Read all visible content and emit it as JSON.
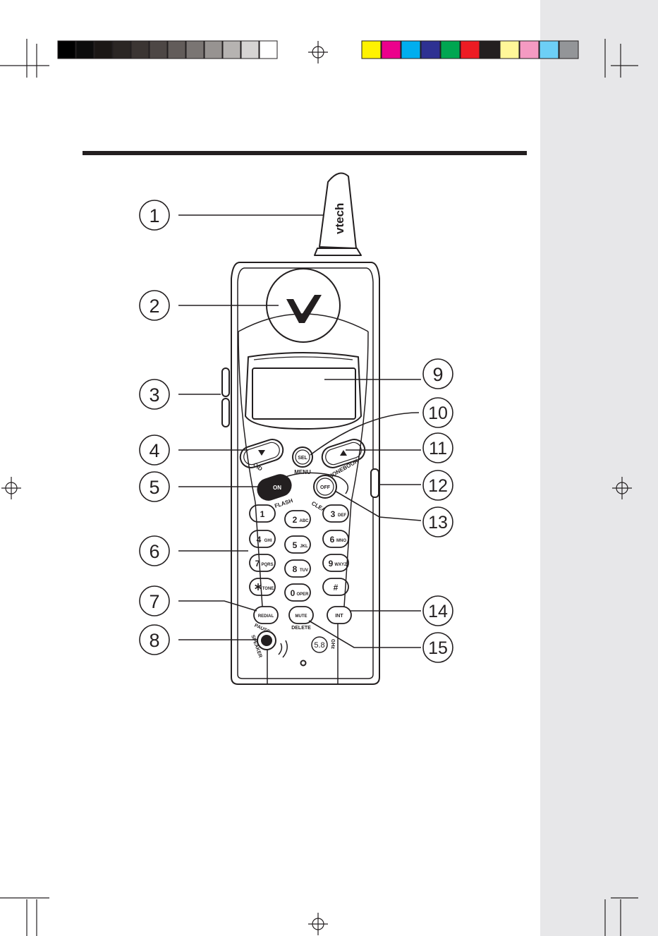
{
  "colors": {
    "gray_bars": [
      "#000000",
      "#0c0c0c",
      "#1b1715",
      "#2b2624",
      "#3b3533",
      "#4d4745",
      "#625c5a",
      "#7a7573",
      "#979391",
      "#b6b3b1",
      "#d6d4d3",
      "#ffffff"
    ],
    "color_bars": [
      "#fff200",
      "#ec008c",
      "#00aeef",
      "#2e3192",
      "#00a651",
      "#ed1c24",
      "#231f20",
      "#fff799",
      "#f49ac2",
      "#6dcff6",
      "#939598"
    ],
    "side_panel": "#e7e7e9",
    "ink": "#231f20"
  },
  "brand": {
    "antenna_text": "vtech"
  },
  "callouts": [
    "1",
    "2",
    "3",
    "4",
    "5",
    "6",
    "7",
    "8",
    "9",
    "10",
    "11",
    "12",
    "13",
    "14",
    "15"
  ],
  "keys": {
    "cid_label": "CID",
    "sel": "SEL",
    "menu_label": "MENU",
    "phonebook_label": "PHONEBOOK",
    "on": "ON",
    "flash_label": "FLASH",
    "off": "OFF",
    "clear_label": "CLEAR",
    "k1": "1",
    "k2": "2",
    "k2_sub": "ABC",
    "k3": "3",
    "k3_sub": "DEF",
    "k4": "4",
    "k4_sub": "GHI",
    "k5": "5",
    "k5_sub": "JKL",
    "k6": "6",
    "k6_sub": "MNO",
    "k7": "7",
    "k7_sub": "PQRS",
    "k8": "8",
    "k8_sub": "TUV",
    "k9": "9",
    "k9_sub": "WXYZ",
    "kstar_sub": "TONE",
    "k0": "0",
    "k0_sub": "OPER",
    "khash": "#",
    "redial": "REDIAL",
    "pause_label": "PAUSE",
    "mute": "MUTE",
    "delete_label": "DELETE",
    "int": "INT",
    "speaker_label": "SPEAKER",
    "freq": "5.8",
    "freq_unit": "GHz"
  }
}
